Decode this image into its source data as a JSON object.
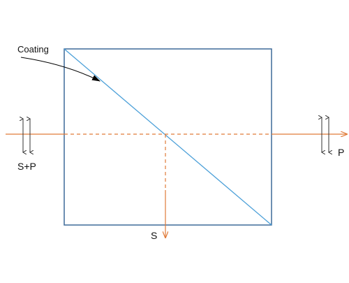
{
  "labels": {
    "coating": "Coating",
    "input_polarization": "S+P",
    "transmitted_polarization": "P",
    "reflected_polarization": "S"
  },
  "colors": {
    "cube_outline": "#3d6a99",
    "coating_line": "#4a9fd8",
    "beam": "#e07b39",
    "polarization_arrows": "#333333",
    "pointer": "#000000",
    "text": "#111111"
  }
}
